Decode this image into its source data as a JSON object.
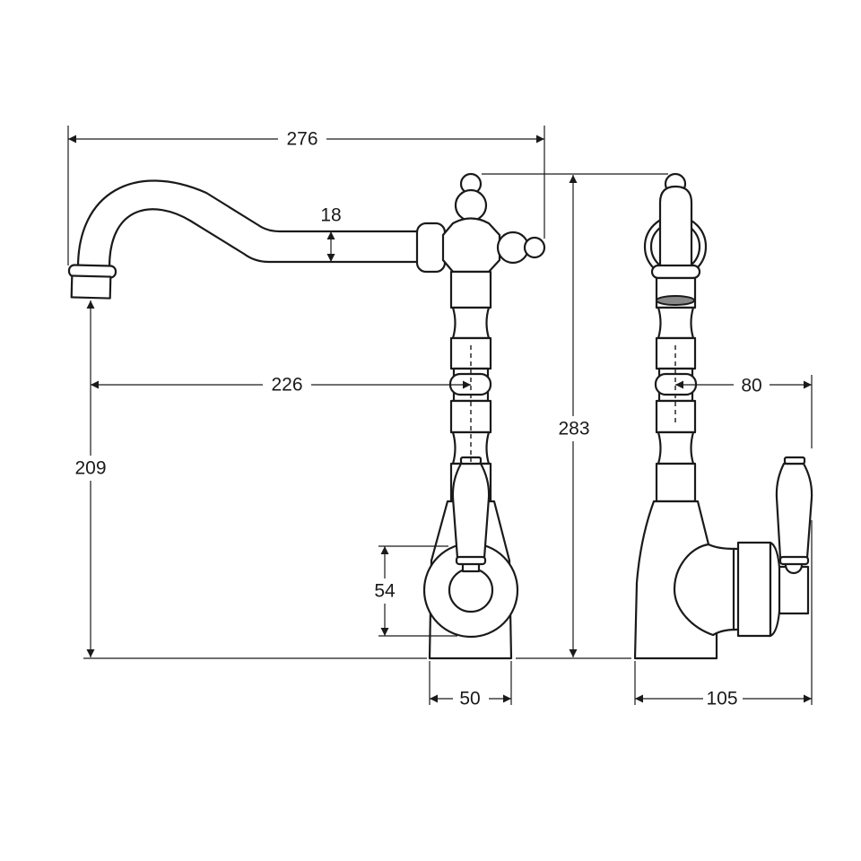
{
  "dimensions": {
    "overall_reach": "276",
    "spout_diameter": "18",
    "spout_reach": "226",
    "spout_height": "209",
    "overall_height": "283",
    "handle_hub": "54",
    "base_width": "50",
    "base_depth": "105",
    "side_offset": "80"
  },
  "colors": {
    "line": "#1a1a1a",
    "aerator_fill": "#888888"
  }
}
